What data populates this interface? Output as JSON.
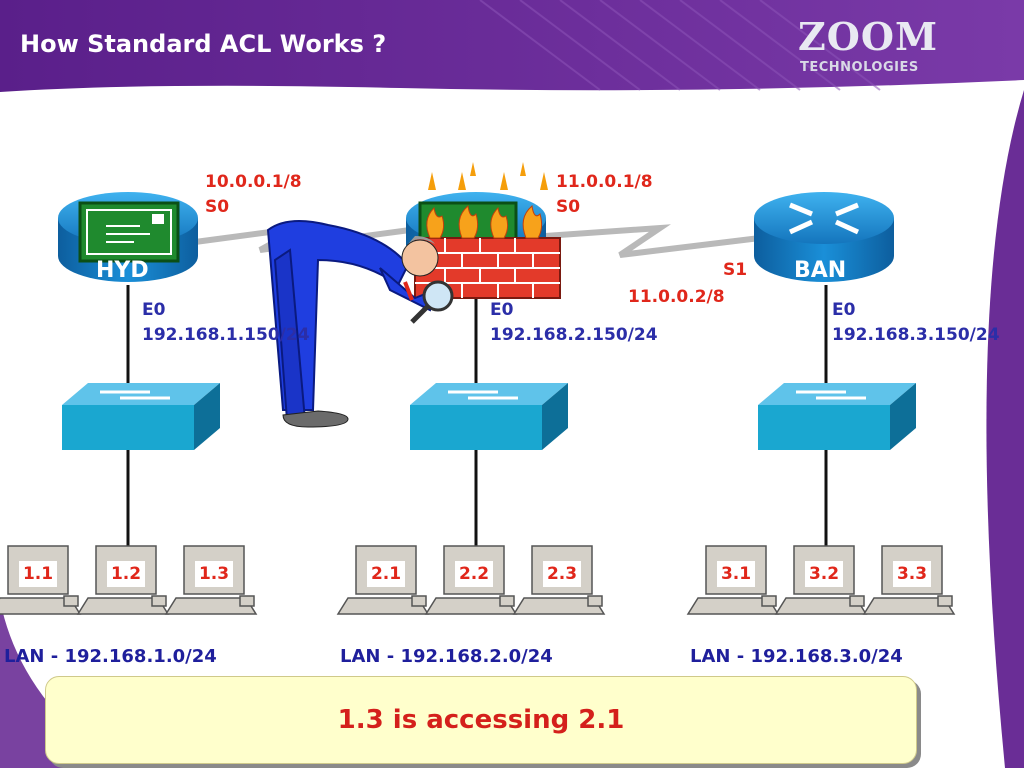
{
  "slide": {
    "title": "How Standard ACL Works ?",
    "logo": {
      "brand": "ZOOM",
      "tagline": "TECHNOLOGIES"
    }
  },
  "routers": [
    {
      "name": "HYD",
      "wan_ip": "10.0.0.1/8",
      "wan_interface": "S0",
      "lan_interface": "E0",
      "lan_ip": "192.168.1.150/24"
    },
    {
      "name": "",
      "wan_ip": "11.0.0.1/8",
      "wan_interface": "S0",
      "lan_interface": "E0",
      "lan_ip": "192.168.2.150/24"
    },
    {
      "name": "BAN",
      "wan_ip": "11.0.0.2/8",
      "wan_interface": "S1",
      "lan_interface": "E0",
      "lan_ip": "192.168.3.150/24"
    }
  ],
  "lans": [
    {
      "label": "LAN - 192.168.1.0/24",
      "hosts": [
        "1.1",
        "1.2",
        "1.3"
      ]
    },
    {
      "label": "LAN - 192.168.2.0/24",
      "hosts": [
        "2.1",
        "2.2",
        "2.3"
      ]
    },
    {
      "label": "LAN - 192.168.3.0/24",
      "hosts": [
        "3.1",
        "3.2",
        "3.3"
      ]
    }
  ],
  "status": {
    "message": "1.3 is accessing 2.1"
  },
  "colors": {
    "header_purple": "#6a2d96",
    "router_blue": "#1a8fd8",
    "switch_cyan": "#1aa7d0",
    "label_red": "#e0271b",
    "label_blue": "#2b2ea8",
    "banner_yellow": "#ffffcc"
  },
  "icons": [
    "router-icon",
    "switch-icon",
    "computer-icon",
    "firewall-icon",
    "envelope-icon",
    "inspector-with-magnifier-figure"
  ]
}
